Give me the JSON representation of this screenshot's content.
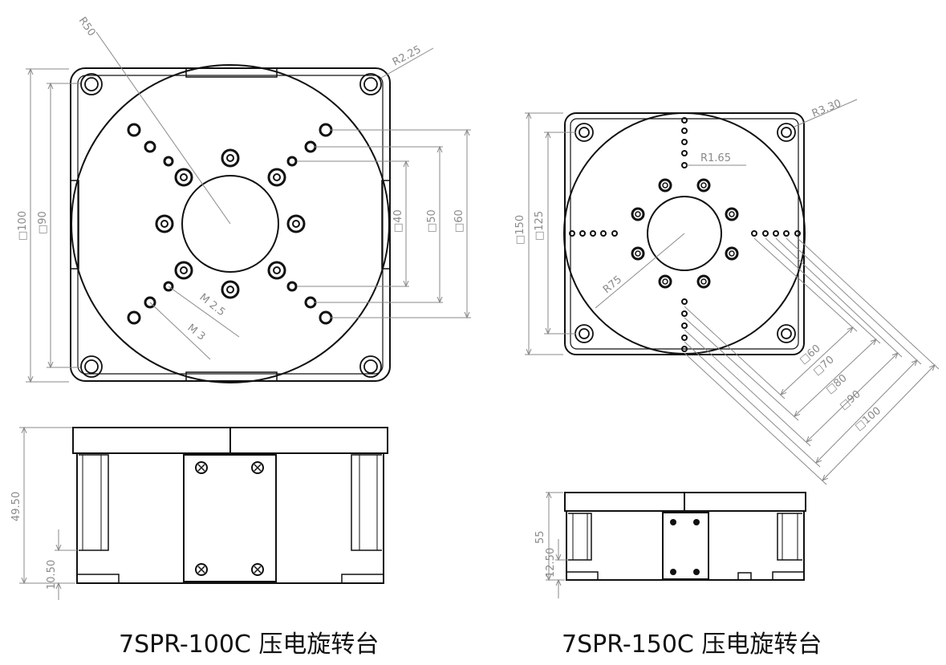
{
  "left_stage": {
    "caption": "7SPR-100C 压电旋转台",
    "dimensions": {
      "radius_table": "R50",
      "radius_corner": "R2.25",
      "outer_square": "□100",
      "bolt_square": "□90",
      "sq_40": "□40",
      "sq_50": "□50",
      "sq_60": "□60",
      "thread_small": "M 2.5",
      "thread_large": "M 3",
      "height_total": "49.50",
      "height_base": "10.50"
    }
  },
  "right_stage": {
    "caption": "7SPR-150C 压电旋转台",
    "dimensions": {
      "radius_corner": "R3.30",
      "radius_hole": "R1.65",
      "radius_table": "R75",
      "outer_square": "□150",
      "bolt_square": "□125",
      "sq_60": "□60",
      "sq_70": "□70",
      "sq_80": "□80",
      "sq_90": "□90",
      "sq_100": "□100",
      "height_total": "55",
      "height_base": "12.50"
    }
  },
  "colors": {
    "outline": "#111111",
    "dimension": "#8a8a8a",
    "background": "#ffffff"
  }
}
